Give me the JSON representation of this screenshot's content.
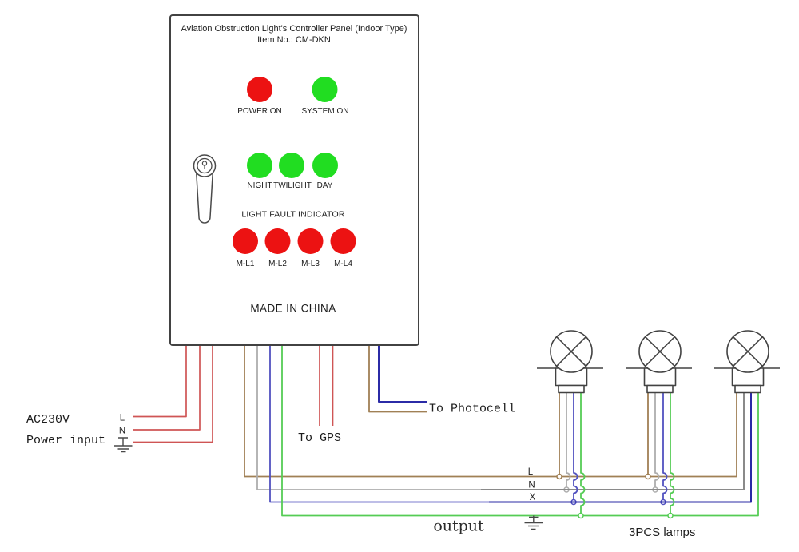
{
  "panel": {
    "title_line1": "Aviation Obstruction Light's Controller Panel (Indoor Type)",
    "title_line2": "Item No.: CM-DKN",
    "indicators_top": [
      {
        "label": "POWER ON",
        "color": "red"
      },
      {
        "label": "SYSTEM ON",
        "color": "green"
      }
    ],
    "mode_indicators": {
      "labels": [
        "NIGHT",
        "TWILIGHT",
        "DAY"
      ],
      "color": "green"
    },
    "fault_section_title": "LIGHT FAULT INDICATOR",
    "fault_indicators": [
      "M-L1",
      "M-L2",
      "M-L3",
      "M-L4"
    ],
    "footer": "MADE IN CHINA"
  },
  "labels": {
    "power_line1": "AC230V",
    "power_line2": "Power input",
    "power_l": "L",
    "power_n": "N",
    "gps": "To GPS",
    "photocell": "To Photocell",
    "bus_l": "L",
    "bus_n": "N",
    "bus_x": "X",
    "output": "output",
    "lamps_count": "3PCS lamps"
  },
  "colors": {
    "led_red": "#ec1212",
    "led_green": "#21dd21",
    "wire_red": "#cf5555",
    "wire_brown": "#a08055",
    "wire_grey": "#adadad",
    "wire_grey_dark": "#8a8a8a",
    "wire_blue": "#5252c0",
    "wire_blue_dark": "#2b2ba6",
    "wire_green": "#55cc55",
    "outline": "#424242"
  }
}
